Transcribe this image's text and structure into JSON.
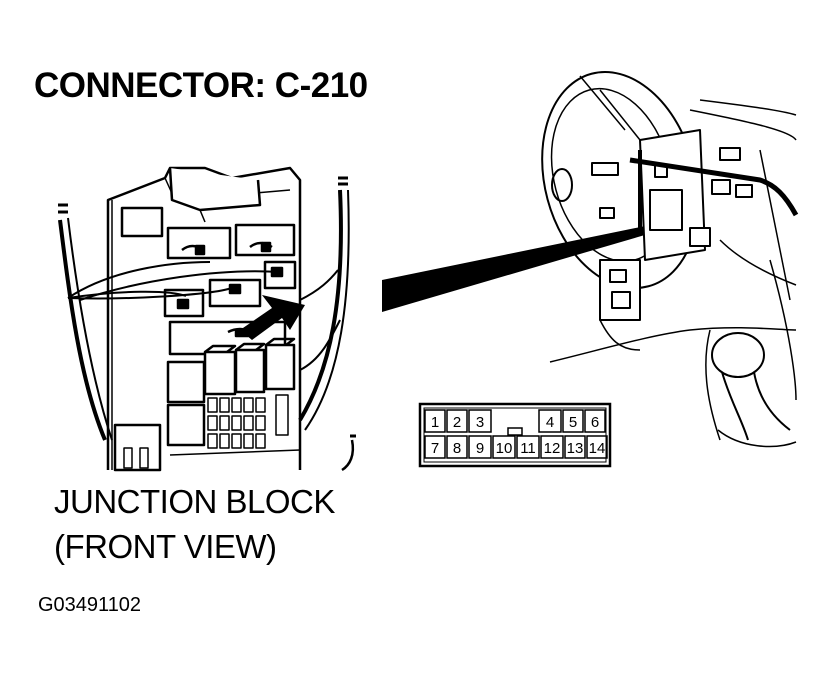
{
  "title": "CONNECTOR: C-210",
  "caption": {
    "line1": "JUNCTION BLOCK",
    "line2": "(FRONT VIEW)"
  },
  "figure_code": "G03491102",
  "connector_pins": {
    "top_row": [
      "1",
      "2",
      "3",
      "4",
      "5",
      "6"
    ],
    "bottom_row": [
      "7",
      "8",
      "9",
      "10",
      "11",
      "12",
      "13",
      "14"
    ]
  }
}
